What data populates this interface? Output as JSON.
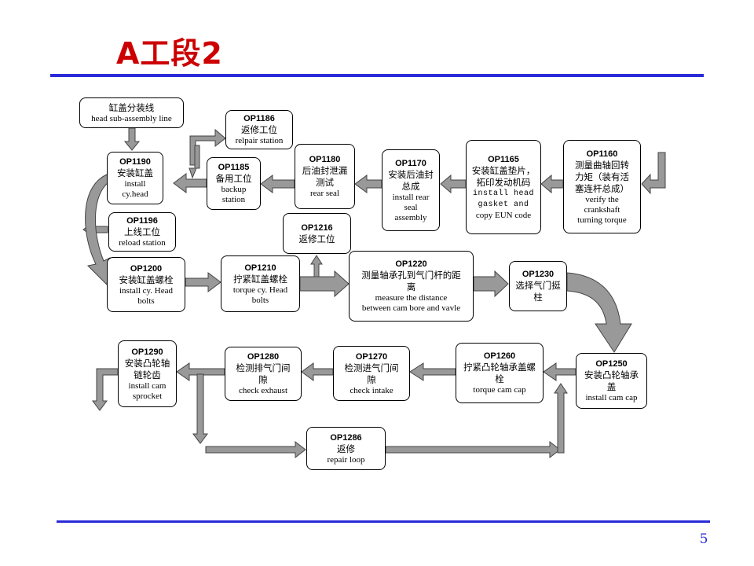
{
  "title": "A工段2",
  "page_number": "5",
  "colors": {
    "accent_rule": "#2a2ad8",
    "title": "#cc0000",
    "arrow_fill": "#999999"
  },
  "boxes": {
    "head_sub": {
      "zh": "缸盖分装线",
      "en": "head sub-assembly line"
    },
    "op1186": {
      "code": "OP1186",
      "zh": "返修工位",
      "en": "relpair station"
    },
    "op1190": {
      "code": "OP1190",
      "zh": "安装缸盖",
      "en1": "install",
      "en2": "cy.head"
    },
    "op1185": {
      "code": "OP1185",
      "zh": "备用工位",
      "en1": "backup",
      "en2": "station"
    },
    "op1180": {
      "code": "OP1180",
      "zh1": "后油封泄漏",
      "zh2": "测试",
      "en": "rear seal"
    },
    "op1170": {
      "code": "OP1170",
      "zh1": "安装后油封",
      "zh2": "总成",
      "en1": "install rear",
      "en2": "seal",
      "en3": "assembly"
    },
    "op1165": {
      "code": "OP1165",
      "zh1": "安装缸盖垫片，",
      "zh2": "拓印发动机码",
      "en1": "install head",
      "en2": "gasket and",
      "en3": "copy EUN code"
    },
    "op1160": {
      "code": "OP1160",
      "zh1": "测量曲轴回转",
      "zh2": "力矩（装有活",
      "zh3": "塞连杆总成）",
      "en1": "verify the",
      "en2": "crankshaft",
      "en3": "turning torque"
    },
    "op1196": {
      "code": "OP1196",
      "zh": "上线工位",
      "en": "reload station"
    },
    "op1216": {
      "code": "OP1216",
      "zh": "返修工位"
    },
    "op1200": {
      "code": "OP1200",
      "zh": "安装缸盖螺栓",
      "en1": "install cy. Head",
      "en2": "bolts"
    },
    "op1210": {
      "code": "OP1210",
      "zh": "拧紧缸盖螺栓",
      "en1": "torque cy. Head",
      "en2": "bolts"
    },
    "op1220": {
      "code": "OP1220",
      "zh1": "测量轴承孔到气门杆的距",
      "zh2": "离",
      "en1": "measure the distance",
      "en2": "between cam bore and vavle"
    },
    "op1230": {
      "code": "OP1230",
      "zh1": "选择气门挺",
      "zh2": "柱"
    },
    "op1290": {
      "code": "OP1290",
      "zh1": "安装凸轮轴",
      "zh2": "链轮齿",
      "en1": "install cam",
      "en2": "sprocket"
    },
    "op1280": {
      "code": "OP1280",
      "zh1": "检测排气门间",
      "zh2": "隙",
      "en": "check exhaust"
    },
    "op1270": {
      "code": "OP1270",
      "zh1": "检测进气门间",
      "zh2": "隙",
      "en": "check intake"
    },
    "op1260": {
      "code": "OP1260",
      "zh1": "拧紧凸轮轴承盖螺",
      "zh2": "栓",
      "en": "torque cam cap"
    },
    "op1250": {
      "code": "OP1250",
      "zh1": "安装凸轮轴承",
      "zh2": "盖",
      "en": "install cam cap"
    },
    "op1286": {
      "code": "OP1286",
      "zh": "返修",
      "en": "repair loop"
    }
  }
}
